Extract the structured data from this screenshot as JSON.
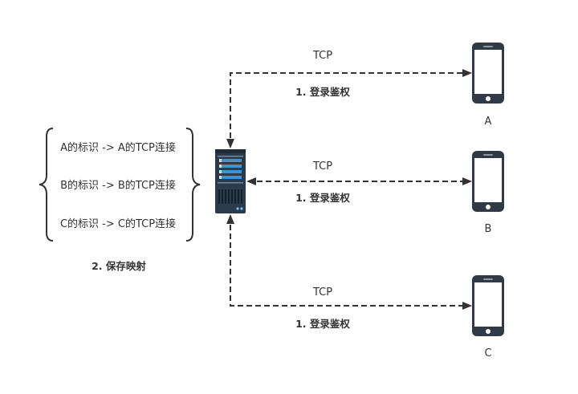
{
  "diagram": {
    "mapping_entries": [
      "A的标识 -> A的TCP连接",
      "B的标识 -> B的TCP连接",
      "C的标识 -> C的TCP连接"
    ],
    "mapping_label": "2. 保存映射",
    "connections": [
      {
        "protocol": "TCP",
        "step": "1. 登录鉴权",
        "client": "A"
      },
      {
        "protocol": "TCP",
        "step": "1. 登录鉴权",
        "client": "B"
      },
      {
        "protocol": "TCP",
        "step": "1. 登录鉴权",
        "client": "C"
      }
    ]
  },
  "colors": {
    "line": "#333333",
    "server_body": "#2b3b4b",
    "server_accent": "#4a90c8",
    "phone_body": "#2f3a45",
    "phone_screen": "#ffffff"
  },
  "icons": {
    "server": "server-icon",
    "phone": "smartphone-icon"
  }
}
